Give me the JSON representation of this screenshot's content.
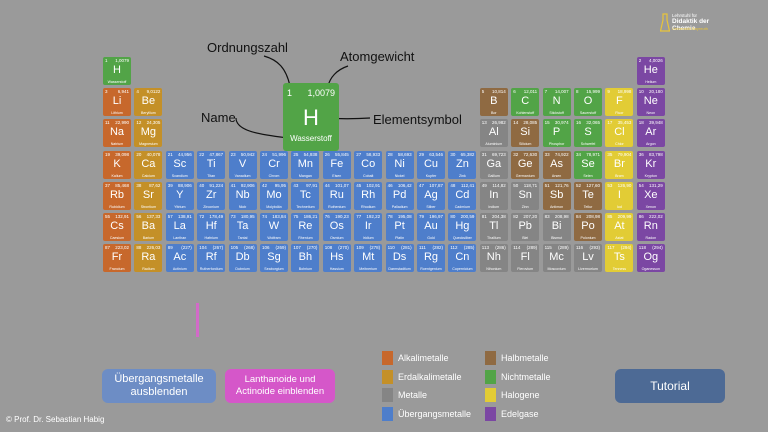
{
  "logo": {
    "line1": "Lehrstuhl für",
    "line2": "Didaktik der Chemie",
    "line3": "Universität Bayreuth"
  },
  "annotations": {
    "ordnungszahl": "Ordnungszahl",
    "atomgewicht": "Atomgewicht",
    "name": "Name",
    "elementsymbol": "Elementsymbol"
  },
  "example": {
    "num": "1",
    "mass": "1,0079",
    "sym": "H",
    "name": "Wasserstoff"
  },
  "buttons": {
    "hide_transition": "Übergangsmetalle ausblenden",
    "show_lanth": "Lanthanoide und Actinoide einblenden",
    "tutorial": "Tutorial"
  },
  "legend": [
    {
      "label": "Alkalimetalle",
      "color": "#c7682c"
    },
    {
      "label": "Erdalkalimetalle",
      "color": "#c49028"
    },
    {
      "label": "Metalle",
      "color": "#858585"
    },
    {
      "label": "Übergangsmetalle",
      "color": "#4e7ecb"
    },
    {
      "label": "Halbmetalle",
      "color": "#8f6a42"
    },
    {
      "label": "Nichtmetalle",
      "color": "#52a447"
    },
    {
      "label": "Halogene",
      "color": "#e2cc35"
    },
    {
      "label": "Edelgase",
      "color": "#7b47a3"
    }
  ],
  "copyright": "© Prof. Dr. Sebastian Habig",
  "elements": [
    {
      "n": "1",
      "m": "1,0079",
      "s": "H",
      "name": "Wasserstoff",
      "cat": "nonmetal",
      "g": 1,
      "p": 1
    },
    {
      "n": "2",
      "m": "4,0026",
      "s": "He",
      "name": "Helium",
      "cat": "noble",
      "g": 18,
      "p": 1
    },
    {
      "n": "3",
      "m": "6,941",
      "s": "Li",
      "name": "Lithium",
      "cat": "alkali",
      "g": 1,
      "p": 2
    },
    {
      "n": "4",
      "m": "9,0122",
      "s": "Be",
      "name": "Beryllium",
      "cat": "earth",
      "g": 2,
      "p": 2
    },
    {
      "n": "5",
      "m": "10,814",
      "s": "B",
      "name": "Bor",
      "cat": "semi",
      "g": 13,
      "p": 2
    },
    {
      "n": "6",
      "m": "12,011",
      "s": "C",
      "name": "Kohlenstoff",
      "cat": "nonmetal",
      "g": 14,
      "p": 2
    },
    {
      "n": "7",
      "m": "14,007",
      "s": "N",
      "name": "Stickstoff",
      "cat": "nonmetal",
      "g": 15,
      "p": 2
    },
    {
      "n": "8",
      "m": "15,999",
      "s": "O",
      "name": "Sauerstoff",
      "cat": "nonmetal",
      "g": 16,
      "p": 2
    },
    {
      "n": "9",
      "m": "18,998",
      "s": "F",
      "name": "Fluor",
      "cat": "halogen",
      "g": 17,
      "p": 2
    },
    {
      "n": "10",
      "m": "20,180",
      "s": "Ne",
      "name": "Neon",
      "cat": "noble",
      "g": 18,
      "p": 2
    },
    {
      "n": "11",
      "m": "22,990",
      "s": "Na",
      "name": "Natrium",
      "cat": "alkali",
      "g": 1,
      "p": 3
    },
    {
      "n": "12",
      "m": "24,305",
      "s": "Mg",
      "name": "Magnesium",
      "cat": "earth",
      "g": 2,
      "p": 3
    },
    {
      "n": "13",
      "m": "26,982",
      "s": "Al",
      "name": "Aluminium",
      "cat": "metal",
      "g": 13,
      "p": 3
    },
    {
      "n": "14",
      "m": "28,085",
      "s": "Si",
      "name": "Silicium",
      "cat": "semi",
      "g": 14,
      "p": 3
    },
    {
      "n": "15",
      "m": "30,974",
      "s": "P",
      "name": "Phosphor",
      "cat": "nonmetal",
      "g": 15,
      "p": 3
    },
    {
      "n": "16",
      "m": "32,065",
      "s": "S",
      "name": "Schwefel",
      "cat": "nonmetal",
      "g": 16,
      "p": 3
    },
    {
      "n": "17",
      "m": "35,453",
      "s": "Cl",
      "name": "Chlor",
      "cat": "halogen",
      "g": 17,
      "p": 3
    },
    {
      "n": "18",
      "m": "39,948",
      "s": "Ar",
      "name": "Argon",
      "cat": "noble",
      "g": 18,
      "p": 3
    },
    {
      "n": "19",
      "m": "39,098",
      "s": "K",
      "name": "Kalium",
      "cat": "alkali",
      "g": 1,
      "p": 4
    },
    {
      "n": "20",
      "m": "40,078",
      "s": "Ca",
      "name": "Calcium",
      "cat": "earth",
      "g": 2,
      "p": 4
    },
    {
      "n": "21",
      "m": "44,956",
      "s": "Sc",
      "name": "Scandium",
      "cat": "trans",
      "g": 3,
      "p": 4
    },
    {
      "n": "22",
      "m": "47,867",
      "s": "Ti",
      "name": "Titan",
      "cat": "trans",
      "g": 4,
      "p": 4
    },
    {
      "n": "23",
      "m": "50,942",
      "s": "V",
      "name": "Vanadium",
      "cat": "trans",
      "g": 5,
      "p": 4
    },
    {
      "n": "24",
      "m": "51,996",
      "s": "Cr",
      "name": "Chrom",
      "cat": "trans",
      "g": 6,
      "p": 4
    },
    {
      "n": "25",
      "m": "54,938",
      "s": "Mn",
      "name": "Mangan",
      "cat": "trans",
      "g": 7,
      "p": 4
    },
    {
      "n": "26",
      "m": "55,845",
      "s": "Fe",
      "name": "Eisen",
      "cat": "trans",
      "g": 8,
      "p": 4
    },
    {
      "n": "27",
      "m": "58,933",
      "s": "Co",
      "name": "Cobalt",
      "cat": "trans",
      "g": 9,
      "p": 4
    },
    {
      "n": "28",
      "m": "58,693",
      "s": "Ni",
      "name": "Nickel",
      "cat": "trans",
      "g": 10,
      "p": 4
    },
    {
      "n": "29",
      "m": "63,546",
      "s": "Cu",
      "name": "Kupfer",
      "cat": "trans",
      "g": 11,
      "p": 4
    },
    {
      "n": "30",
      "m": "65,382",
      "s": "Zn",
      "name": "Zink",
      "cat": "trans",
      "g": 12,
      "p": 4
    },
    {
      "n": "31",
      "m": "69,723",
      "s": "Ga",
      "name": "Gallium",
      "cat": "metal",
      "g": 13,
      "p": 4
    },
    {
      "n": "32",
      "m": "72,630",
      "s": "Ge",
      "name": "Germanium",
      "cat": "semi",
      "g": 14,
      "p": 4
    },
    {
      "n": "33",
      "m": "74,922",
      "s": "As",
      "name": "Arsen",
      "cat": "semi",
      "g": 15,
      "p": 4
    },
    {
      "n": "34",
      "m": "78,971",
      "s": "Se",
      "name": "Selen",
      "cat": "nonmetal",
      "g": 16,
      "p": 4
    },
    {
      "n": "35",
      "m": "79,904",
      "s": "Br",
      "name": "Brom",
      "cat": "halogen",
      "g": 17,
      "p": 4
    },
    {
      "n": "36",
      "m": "83,798",
      "s": "Kr",
      "name": "Krypton",
      "cat": "noble",
      "g": 18,
      "p": 4
    },
    {
      "n": "37",
      "m": "85,468",
      "s": "Rb",
      "name": "Rubidium",
      "cat": "alkali",
      "g": 1,
      "p": 5
    },
    {
      "n": "38",
      "m": "87,62",
      "s": "Sr",
      "name": "Strontium",
      "cat": "earth",
      "g": 2,
      "p": 5
    },
    {
      "n": "39",
      "m": "88,906",
      "s": "Y",
      "name": "Yttrium",
      "cat": "trans",
      "g": 3,
      "p": 5
    },
    {
      "n": "40",
      "m": "91,224",
      "s": "Zr",
      "name": "Zirconium",
      "cat": "trans",
      "g": 4,
      "p": 5
    },
    {
      "n": "41",
      "m": "92,906",
      "s": "Nb",
      "name": "Niob",
      "cat": "trans",
      "g": 5,
      "p": 5
    },
    {
      "n": "42",
      "m": "95,95",
      "s": "Mo",
      "name": "Molybdän",
      "cat": "trans",
      "g": 6,
      "p": 5
    },
    {
      "n": "43",
      "m": "97,91",
      "s": "Tc",
      "name": "Technetium",
      "cat": "trans",
      "g": 7,
      "p": 5
    },
    {
      "n": "44",
      "m": "101,07",
      "s": "Ru",
      "name": "Ruthenium",
      "cat": "trans",
      "g": 8,
      "p": 5
    },
    {
      "n": "45",
      "m": "102,91",
      "s": "Rh",
      "name": "Rhodium",
      "cat": "trans",
      "g": 9,
      "p": 5
    },
    {
      "n": "46",
      "m": "106,42",
      "s": "Pd",
      "name": "Palladium",
      "cat": "trans",
      "g": 10,
      "p": 5
    },
    {
      "n": "47",
      "m": "107,87",
      "s": "Ag",
      "name": "Silber",
      "cat": "trans",
      "g": 11,
      "p": 5
    },
    {
      "n": "48",
      "m": "112,41",
      "s": "Cd",
      "name": "Cadmium",
      "cat": "trans",
      "g": 12,
      "p": 5
    },
    {
      "n": "49",
      "m": "114,82",
      "s": "In",
      "name": "Indium",
      "cat": "metal",
      "g": 13,
      "p": 5
    },
    {
      "n": "50",
      "m": "118,71",
      "s": "Sn",
      "name": "Zinn",
      "cat": "metal",
      "g": 14,
      "p": 5
    },
    {
      "n": "51",
      "m": "121,76",
      "s": "Sb",
      "name": "Antimon",
      "cat": "semi",
      "g": 15,
      "p": 5
    },
    {
      "n": "52",
      "m": "127,60",
      "s": "Te",
      "name": "Tellur",
      "cat": "semi",
      "g": 16,
      "p": 5
    },
    {
      "n": "53",
      "m": "126,90",
      "s": "I",
      "name": "Iod",
      "cat": "halogen",
      "g": 17,
      "p": 5
    },
    {
      "n": "54",
      "m": "131,29",
      "s": "Xe",
      "name": "Xenon",
      "cat": "noble",
      "g": 18,
      "p": 5
    },
    {
      "n": "55",
      "m": "132,91",
      "s": "Cs",
      "name": "Caesium",
      "cat": "alkali",
      "g": 1,
      "p": 6
    },
    {
      "n": "56",
      "m": "137,33",
      "s": "Ba",
      "name": "Barium",
      "cat": "earth",
      "g": 2,
      "p": 6
    },
    {
      "n": "57",
      "m": "138,91",
      "s": "La",
      "name": "Lanthan",
      "cat": "trans",
      "g": 3,
      "p": 6
    },
    {
      "n": "72",
      "m": "178,49",
      "s": "Hf",
      "name": "Hafnium",
      "cat": "trans",
      "g": 4,
      "p": 6
    },
    {
      "n": "73",
      "m": "180,95",
      "s": "Ta",
      "name": "Tantal",
      "cat": "trans",
      "g": 5,
      "p": 6
    },
    {
      "n": "74",
      "m": "183,84",
      "s": "W",
      "name": "Wolfram",
      "cat": "trans",
      "g": 6,
      "p": 6
    },
    {
      "n": "75",
      "m": "186,21",
      "s": "Re",
      "name": "Rhenium",
      "cat": "trans",
      "g": 7,
      "p": 6
    },
    {
      "n": "76",
      "m": "190,23",
      "s": "Os",
      "name": "Osmium",
      "cat": "trans",
      "g": 8,
      "p": 6
    },
    {
      "n": "77",
      "m": "192,22",
      "s": "Ir",
      "name": "Iridium",
      "cat": "trans",
      "g": 9,
      "p": 6
    },
    {
      "n": "78",
      "m": "195,08",
      "s": "Pt",
      "name": "Platin",
      "cat": "trans",
      "g": 10,
      "p": 6
    },
    {
      "n": "79",
      "m": "196,97",
      "s": "Au",
      "name": "Gold",
      "cat": "trans",
      "g": 11,
      "p": 6
    },
    {
      "n": "80",
      "m": "200,59",
      "s": "Hg",
      "name": "Quecksilber",
      "cat": "trans",
      "g": 12,
      "p": 6
    },
    {
      "n": "81",
      "m": "204,38",
      "s": "Tl",
      "name": "Thallium",
      "cat": "metal",
      "g": 13,
      "p": 6
    },
    {
      "n": "82",
      "m": "207,20",
      "s": "Pb",
      "name": "Blei",
      "cat": "metal",
      "g": 14,
      "p": 6
    },
    {
      "n": "83",
      "m": "208,98",
      "s": "Bi",
      "name": "Bismut",
      "cat": "metal",
      "g": 15,
      "p": 6
    },
    {
      "n": "84",
      "m": "208,98",
      "s": "Po",
      "name": "Polonium",
      "cat": "semi",
      "g": 16,
      "p": 6
    },
    {
      "n": "85",
      "m": "209,99",
      "s": "At",
      "name": "Astat",
      "cat": "halogen",
      "g": 17,
      "p": 6
    },
    {
      "n": "86",
      "m": "222,02",
      "s": "Rn",
      "name": "Radon",
      "cat": "noble",
      "g": 18,
      "p": 6
    },
    {
      "n": "87",
      "m": "223,02",
      "s": "Fr",
      "name": "Francium",
      "cat": "alkali",
      "g": 1,
      "p": 7
    },
    {
      "n": "88",
      "m": "226,03",
      "s": "Ra",
      "name": "Radium",
      "cat": "earth",
      "g": 2,
      "p": 7
    },
    {
      "n": "89",
      "m": "(227)",
      "s": "Ac",
      "name": "Actinium",
      "cat": "trans",
      "g": 3,
      "p": 7
    },
    {
      "n": "104",
      "m": "(267)",
      "s": "Rf",
      "name": "Rutherfordium",
      "cat": "trans",
      "g": 4,
      "p": 7
    },
    {
      "n": "105",
      "m": "(268)",
      "s": "Db",
      "name": "Dubnium",
      "cat": "trans",
      "g": 5,
      "p": 7
    },
    {
      "n": "106",
      "m": "(269)",
      "s": "Sg",
      "name": "Seaborgium",
      "cat": "trans",
      "g": 6,
      "p": 7
    },
    {
      "n": "107",
      "m": "(270)",
      "s": "Bh",
      "name": "Bohrium",
      "cat": "trans",
      "g": 7,
      "p": 7
    },
    {
      "n": "108",
      "m": "(270)",
      "s": "Hs",
      "name": "Hassium",
      "cat": "trans",
      "g": 8,
      "p": 7
    },
    {
      "n": "109",
      "m": "(278)",
      "s": "Mt",
      "name": "Meitnerium",
      "cat": "trans",
      "g": 9,
      "p": 7
    },
    {
      "n": "110",
      "m": "(281)",
      "s": "Ds",
      "name": "Darmstadtium",
      "cat": "trans",
      "g": 10,
      "p": 7
    },
    {
      "n": "111",
      "m": "(282)",
      "s": "Rg",
      "name": "Roentgenium",
      "cat": "trans",
      "g": 11,
      "p": 7
    },
    {
      "n": "112",
      "m": "(285)",
      "s": "Cn",
      "name": "Copernicium",
      "cat": "trans",
      "g": 12,
      "p": 7
    },
    {
      "n": "113",
      "m": "(286)",
      "s": "Nh",
      "name": "Nihonium",
      "cat": "metal",
      "g": 13,
      "p": 7
    },
    {
      "n": "114",
      "m": "(289)",
      "s": "Fl",
      "name": "Flerovium",
      "cat": "metal",
      "g": 14,
      "p": 7
    },
    {
      "n": "115",
      "m": "(289)",
      "s": "Mc",
      "name": "Moscovium",
      "cat": "metal",
      "g": 15,
      "p": 7
    },
    {
      "n": "116",
      "m": "(293)",
      "s": "Lv",
      "name": "Livermorium",
      "cat": "metal",
      "g": 16,
      "p": 7
    },
    {
      "n": "117",
      "m": "(294)",
      "s": "Ts",
      "name": "Tenness",
      "cat": "halogen",
      "g": 17,
      "p": 7
    },
    {
      "n": "118",
      "m": "(294)",
      "s": "Og",
      "name": "Oganesson",
      "cat": "noble",
      "g": 18,
      "p": 7
    }
  ]
}
